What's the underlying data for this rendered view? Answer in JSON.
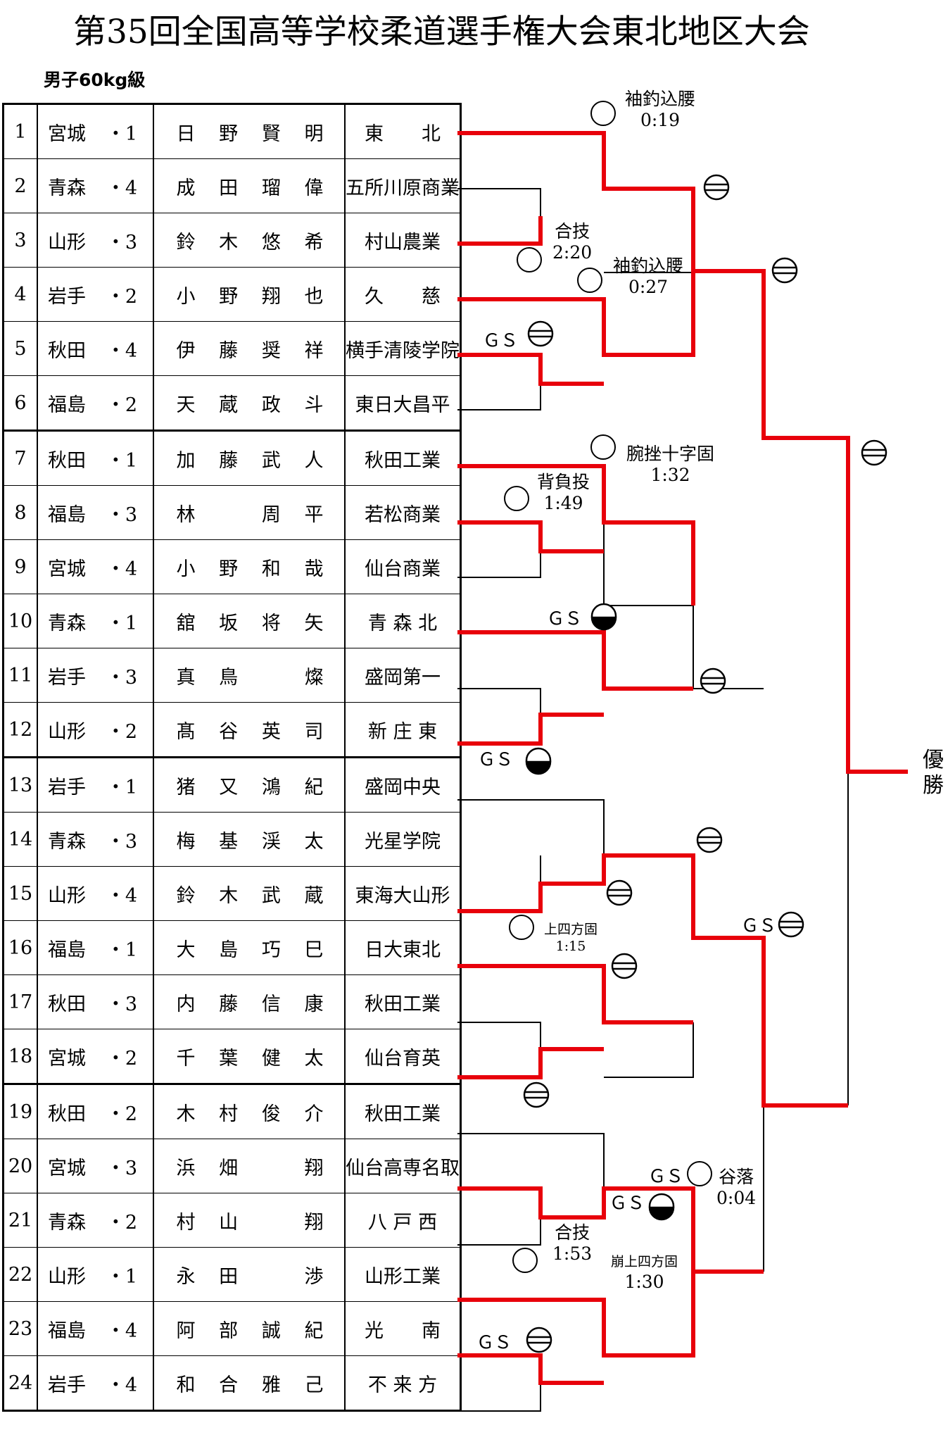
{
  "title": "第35回全国高等学校柔道選手権大会東北地区大会",
  "subtitle": "男子60kg級",
  "champion_label": "優勝",
  "players": [
    {
      "no": "1",
      "pref": "宮城",
      "grade": "1",
      "name": [
        "日",
        "野",
        "賢",
        "明"
      ],
      "school": "東　　北"
    },
    {
      "no": "2",
      "pref": "青森",
      "grade": "4",
      "name": [
        "成",
        "田",
        "瑠",
        "偉"
      ],
      "school": "五所川原商業"
    },
    {
      "no": "3",
      "pref": "山形",
      "grade": "3",
      "name": [
        "鈴",
        "木",
        "悠",
        "希"
      ],
      "school": "村山農業"
    },
    {
      "no": "4",
      "pref": "岩手",
      "grade": "2",
      "name": [
        "小",
        "野",
        "翔",
        "也"
      ],
      "school": "久　　慈"
    },
    {
      "no": "5",
      "pref": "秋田",
      "grade": "4",
      "name": [
        "伊",
        "藤",
        "奨",
        "祥"
      ],
      "school": "横手清陵学院"
    },
    {
      "no": "6",
      "pref": "福島",
      "grade": "2",
      "name": [
        "天",
        "蔵",
        "政",
        "斗"
      ],
      "school": "東日大昌平"
    },
    {
      "no": "7",
      "pref": "秋田",
      "grade": "1",
      "name": [
        "加",
        "藤",
        "武",
        "人"
      ],
      "school": "秋田工業"
    },
    {
      "no": "8",
      "pref": "福島",
      "grade": "3",
      "name": [
        "林",
        "",
        "周",
        "平"
      ],
      "school": "若松商業"
    },
    {
      "no": "9",
      "pref": "宮城",
      "grade": "4",
      "name": [
        "小",
        "野",
        "和",
        "哉"
      ],
      "school": "仙台商業"
    },
    {
      "no": "10",
      "pref": "青森",
      "grade": "1",
      "name": [
        "舘",
        "坂",
        "将",
        "矢"
      ],
      "school": "青 森 北"
    },
    {
      "no": "11",
      "pref": "岩手",
      "grade": "3",
      "name": [
        "真",
        "鳥",
        "",
        "燦"
      ],
      "school": "盛岡第一"
    },
    {
      "no": "12",
      "pref": "山形",
      "grade": "2",
      "name": [
        "髙",
        "谷",
        "英",
        "司"
      ],
      "school": "新 庄 東"
    },
    {
      "no": "13",
      "pref": "岩手",
      "grade": "1",
      "name": [
        "猪",
        "又",
        "鴻",
        "紀"
      ],
      "school": "盛岡中央"
    },
    {
      "no": "14",
      "pref": "青森",
      "grade": "3",
      "name": [
        "梅",
        "基",
        "渓",
        "太"
      ],
      "school": "光星学院"
    },
    {
      "no": "15",
      "pref": "山形",
      "grade": "4",
      "name": [
        "鈴",
        "木",
        "武",
        "蔵"
      ],
      "school": "東海大山形"
    },
    {
      "no": "16",
      "pref": "福島",
      "grade": "1",
      "name": [
        "大",
        "島",
        "巧",
        "巳"
      ],
      "school": "日大東北"
    },
    {
      "no": "17",
      "pref": "秋田",
      "grade": "3",
      "name": [
        "内",
        "藤",
        "信",
        "康"
      ],
      "school": "秋田工業"
    },
    {
      "no": "18",
      "pref": "宮城",
      "grade": "2",
      "name": [
        "千",
        "葉",
        "健",
        "太"
      ],
      "school": "仙台育英"
    },
    {
      "no": "19",
      "pref": "秋田",
      "grade": "2",
      "name": [
        "木",
        "村",
        "俊",
        "介"
      ],
      "school": "秋田工業"
    },
    {
      "no": "20",
      "pref": "宮城",
      "grade": "3",
      "name": [
        "浜",
        "畑",
        "",
        "翔"
      ],
      "school": "仙台高専名取"
    },
    {
      "no": "21",
      "pref": "青森",
      "grade": "2",
      "name": [
        "村",
        "山",
        "",
        "翔"
      ],
      "school": "八 戸 西"
    },
    {
      "no": "22",
      "pref": "山形",
      "grade": "1",
      "name": [
        "永",
        "田",
        "",
        "渉"
      ],
      "school": "山形工業"
    },
    {
      "no": "23",
      "pref": "福島",
      "grade": "4",
      "name": [
        "阿",
        "部",
        "誠",
        "紀"
      ],
      "school": "光　　南"
    },
    {
      "no": "24",
      "pref": "岩手",
      "grade": "4",
      "name": [
        "和",
        "合",
        "雅",
        "己"
      ],
      "school": "不 来 方"
    }
  ],
  "annotations": {
    "a1": "袖釣込腰",
    "a1t": "0:19",
    "a2": "合技",
    "a2t": "2:20",
    "a3": "袖釣込腰",
    "a3t": "0:27",
    "a4": "ＧＳ",
    "a5": "腕挫十字固",
    "a5t": "1:32",
    "a6": "背負投",
    "a6t": "1:49",
    "a7": "ＧＳ",
    "a8": "ＧＳ",
    "a9": "上四方固",
    "a9t": "1:15",
    "a10": "ＧＳ",
    "a11": "ＧＳ",
    "a12": "谷落",
    "a12t": "0:04",
    "a13": "ＧＳ",
    "a14": "合技",
    "a14t": "1:53",
    "a15": "崩上四方固",
    "a15t": "1:30",
    "a16": "ＧＳ"
  },
  "colors": {
    "winner_line": "#e8000b",
    "line": "#000000"
  }
}
